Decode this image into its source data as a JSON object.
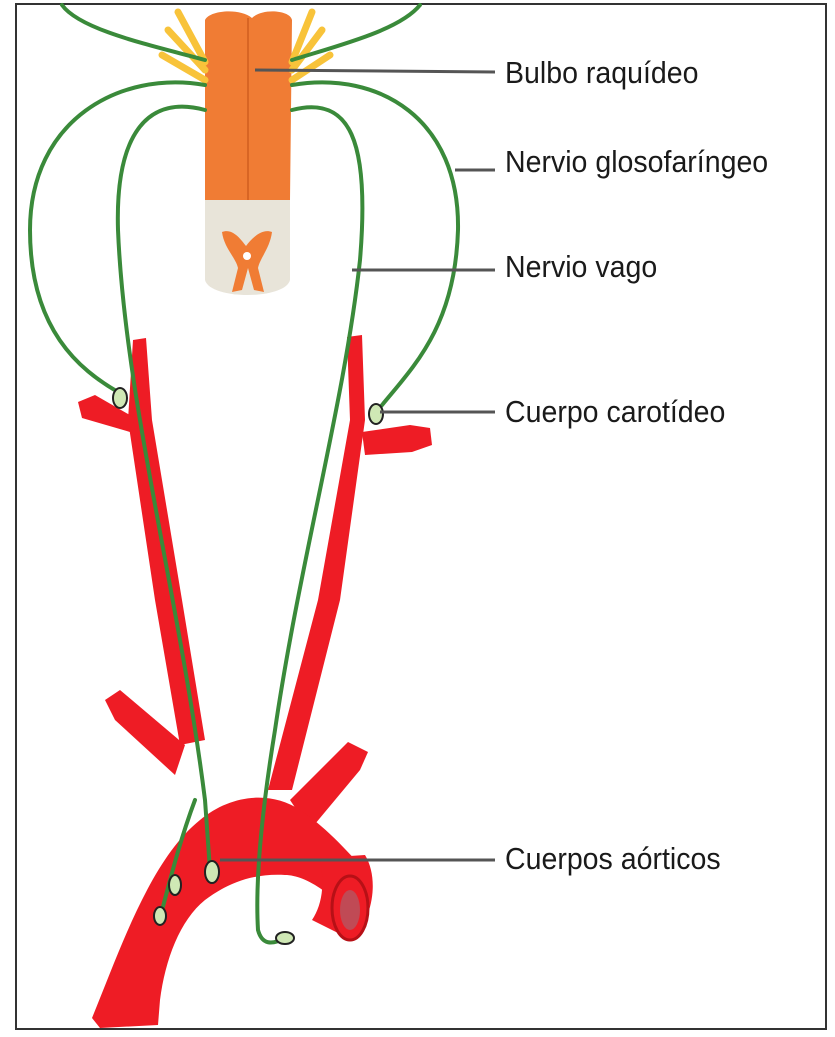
{
  "labels": {
    "medulla": "Bulbo raquídeo",
    "glossopharyngeal": "Nervio glosofaríngeo",
    "vagus": "Nervio vago",
    "carotid_body": "Cuerpo  carotídeo",
    "aortic_bodies": "Cuerpos aórticos"
  },
  "colors": {
    "artery": "#ee1c25",
    "artery_dark": "#b71016",
    "nerve": "#3a8a3a",
    "medulla": "#f07c34",
    "spinal_section": "#e8e4d9",
    "leader_line": "#555555",
    "frame": "#333333"
  }
}
